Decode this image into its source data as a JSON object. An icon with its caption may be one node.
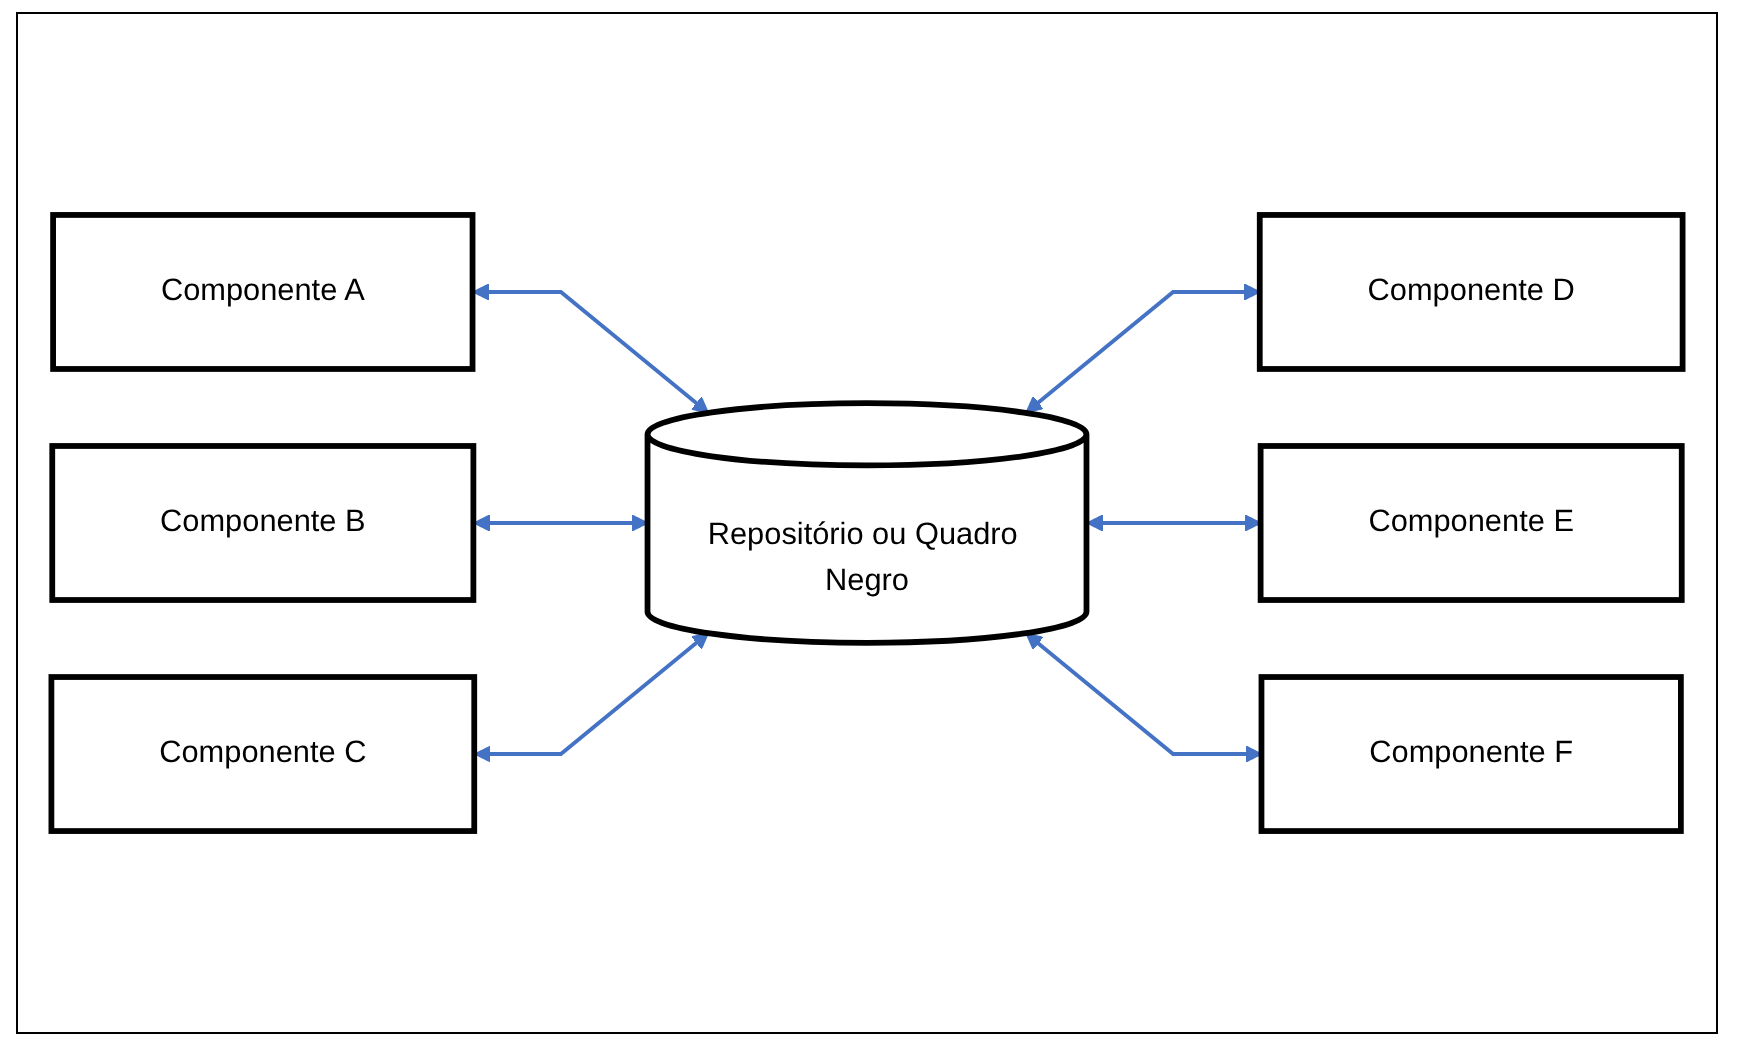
{
  "diagram": {
    "nodes": [
      {
        "text": [
          "Componente A"
        ]
      },
      {
        "text": [
          "Componente D"
        ]
      },
      {
        "text": [
          "Componente B"
        ]
      },
      {
        "text": [
          "Repositório ou Quadro Negro"
        ]
      },
      {
        "text": [
          "Componente E"
        ]
      },
      {
        "text": [
          "Componente C"
        ]
      },
      {
        "text": [
          "Componente F"
        ]
      }
    ],
    "edges": [
      {
        "from": 0,
        "to": 3,
        "arrow": "both"
      },
      {
        "from": 3,
        "to": 1,
        "arrow": "both"
      },
      {
        "from": 2,
        "to": 3,
        "arrow": "both"
      },
      {
        "from": 3,
        "to": 4,
        "arrow": "both"
      },
      {
        "from": 5,
        "to": 3,
        "arrow": "both"
      },
      {
        "from": 3,
        "to": 6,
        "arrow": "both"
      }
    ]
  }
}
